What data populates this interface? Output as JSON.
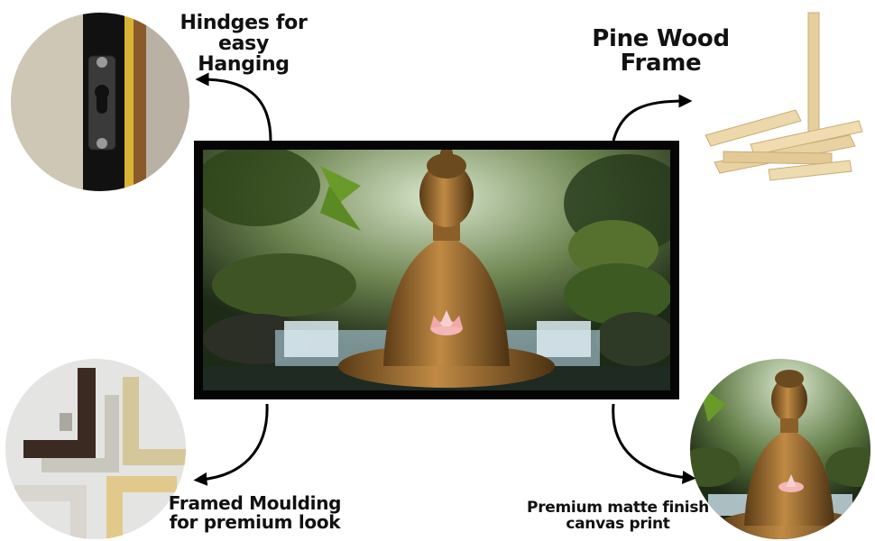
{
  "captions": {
    "hinges": {
      "line1": "Hindges for",
      "line2": "easy Hanging"
    },
    "pine": {
      "line1": "Pine Wood",
      "line2": "Frame"
    },
    "moulding": {
      "line1": "Framed Moulding",
      "line2": "for premium look"
    },
    "matte": {
      "line1": "Premium matte finish",
      "line2": "canvas print"
    }
  },
  "colors": {
    "frame": "#050505",
    "bronze": "#a87a3a",
    "moss": "#4c6a2a",
    "water": "#cfe4ee",
    "lotus": "#f4b6b6"
  },
  "icons": {
    "arrows": "curved-arrow-icon"
  }
}
